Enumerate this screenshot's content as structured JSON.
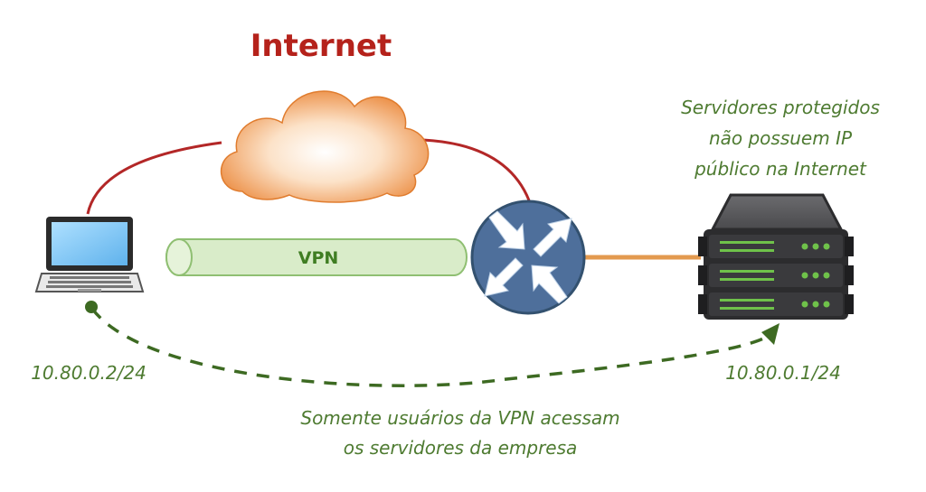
{
  "title": "Internet",
  "tunnel_label": "VPN",
  "server_note": [
    "Servidores protegidos",
    "não possuem IP",
    "público na Internet"
  ],
  "laptop_ip": "10.80.0.2/24",
  "server_ip": "10.80.0.1/24",
  "bottom_note": [
    "Somente usuários da VPN acessam",
    "os servidores da empresa"
  ],
  "icons": {
    "cloud": "cloud-icon",
    "laptop": "laptop-icon",
    "router": "router-icon",
    "server": "server-rack-icon"
  },
  "colors": {
    "title": "#b5221b",
    "internet_link": "#b32727",
    "lan_link": "#e39a4f",
    "tunnel_fill": "#d9ecc9",
    "tunnel_stroke": "#8fbf72",
    "tunnel_text": "#3f7d22",
    "annotation": "#4e7b31",
    "dashed_path": "#3d6a22",
    "router": "#4e6f9b",
    "server_body": "#2c2c2e",
    "server_led": "#6fc24a",
    "cloud": "#eb8a3e"
  }
}
